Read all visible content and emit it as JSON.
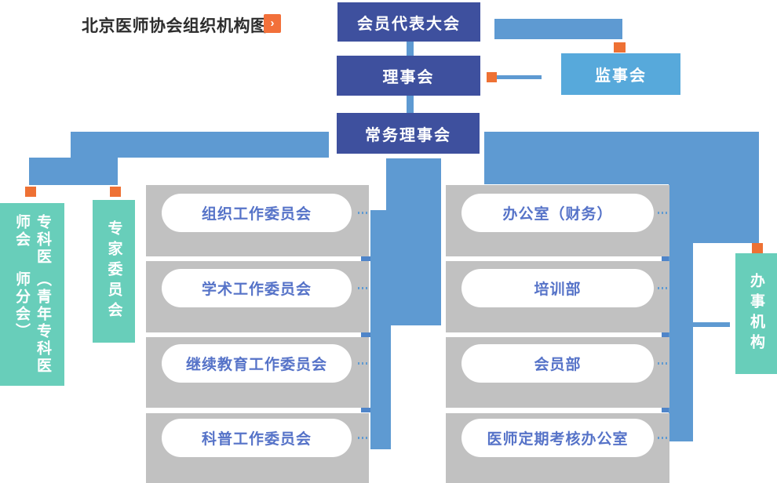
{
  "page_title": {
    "text": "北京医师协会组织机构图",
    "chevron_icon": "›"
  },
  "org": {
    "assembly": "会员代表大会",
    "council": "理事会",
    "supervisory_board": "监事会",
    "standing_council": "常务理事会",
    "specialist_branch_line1": "专科医师会",
    "specialist_branch_line2": "（青年专科医师分会）",
    "expert_committee": "专家委员会",
    "admin_office": "办事机构",
    "committees": [
      "组织工作委员会",
      "学术工作委员会",
      "继续教育工作委员会",
      "科普工作委员会"
    ],
    "departments": [
      "办公室（财务）",
      "培训部",
      "会员部",
      "医师定期考核办公室"
    ]
  },
  "colors": {
    "dark_blue": "#3e509e",
    "medium_blue": "#5e9ad2",
    "light_blue": "#57a9db",
    "green": "#68ceba",
    "orange_node": "#ee7134",
    "panel_gray": "#c1c1c1",
    "pill_text_blue": "#5673c8",
    "title_text": "#2d2d2d"
  }
}
